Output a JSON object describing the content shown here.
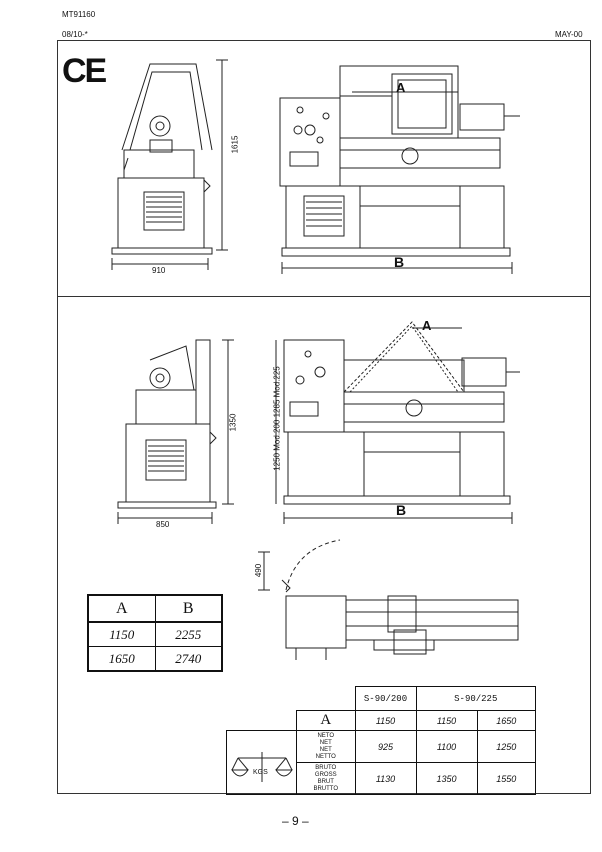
{
  "header": {
    "doc_id": "MT91160",
    "revision": "08/10-*",
    "date": "MAY-00"
  },
  "ce_mark": "CE",
  "top_section": {
    "height_dim": "1615",
    "width_dim": "910",
    "label_a": "A",
    "label_b": "B"
  },
  "middle_section": {
    "height_dim": "1350",
    "width_dim": "850",
    "side_dim": "1250 Mod.200  1285 Mod.225",
    "label_a": "A",
    "label_b": "B"
  },
  "bottom_section": {
    "cover_dim": "490"
  },
  "ab_table": {
    "headers": [
      "A",
      "B"
    ],
    "rows": [
      [
        "1150",
        "2255"
      ],
      [
        "1650",
        "2740"
      ]
    ]
  },
  "weight_table": {
    "col_headers": [
      "S-90/200",
      "S-90/225"
    ],
    "row_a": {
      "label": "A",
      "values": [
        "1150",
        "1150",
        "1650"
      ]
    },
    "row_net": {
      "labels": [
        "NETO",
        "NET",
        "NET",
        "NETTO"
      ],
      "values": [
        "925",
        "1100",
        "1250"
      ]
    },
    "row_gross": {
      "labels": [
        "BRUTO",
        "GROSS",
        "BRUT",
        "BRUTTO"
      ],
      "values": [
        "1130",
        "1350",
        "1550"
      ]
    },
    "scale_label": "KGS"
  },
  "footer": {
    "page_number": "– 9 –"
  }
}
